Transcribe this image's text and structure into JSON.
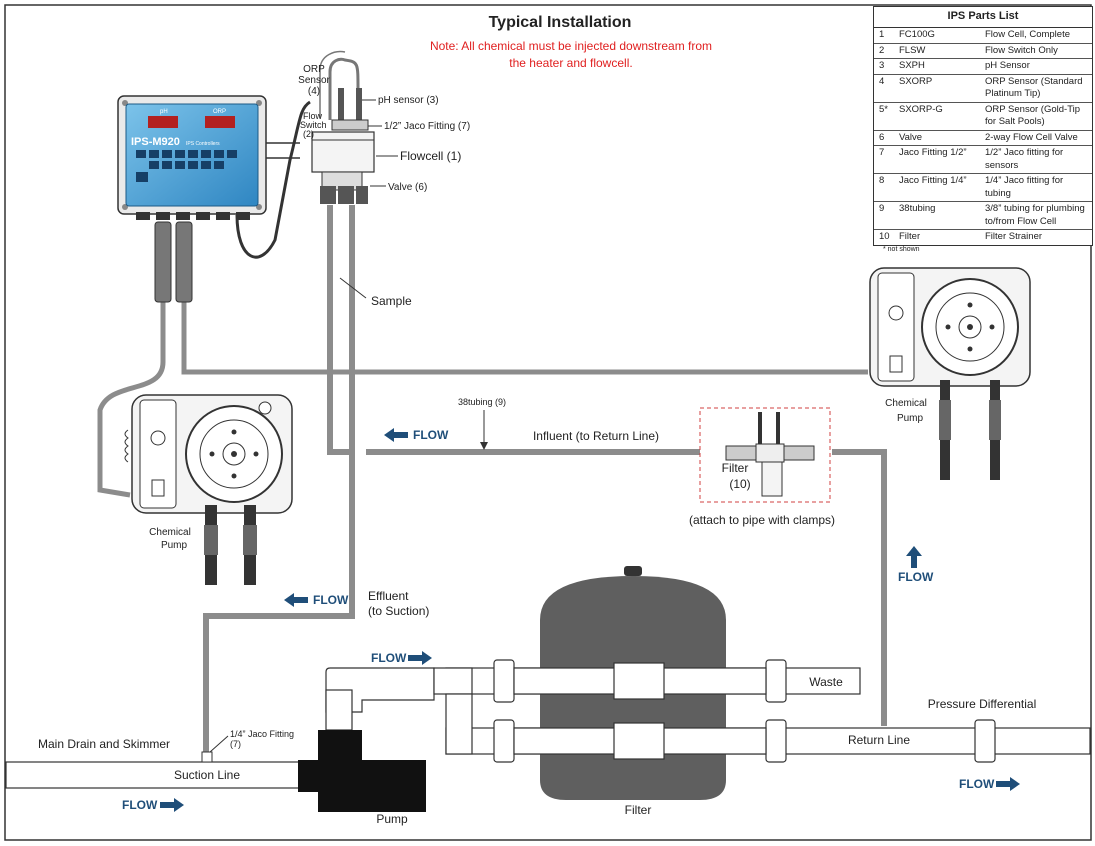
{
  "title": "Typical Installation",
  "note": [
    "Note: All chemical must be injected downstream from",
    "the heater and flowcell."
  ],
  "controller": {
    "model": "IPS-M920",
    "brand": "IPS Controllers",
    "ph_label": "pH",
    "orp_label": "ORP"
  },
  "labels": {
    "orp_sensor": [
      "ORP",
      "Sensor",
      "(4)"
    ],
    "ph_sensor": "pH sensor (3)",
    "flow_switch": [
      "Flow",
      "Switch",
      "(2)"
    ],
    "jaco_half": "1/2” Jaco Fitting (7)",
    "flowcell": "Flowcell (1)",
    "valve": "Valve (6)",
    "sample": "Sample",
    "tubing": "38tubing (9)",
    "influent": "Influent (to Return Line)",
    "filter_strainer": [
      "Filter",
      "(10)"
    ],
    "attach": "(attach to pipe with clamps)",
    "chem_pump_left": [
      "Chemical",
      "Pump"
    ],
    "chem_pump_right": [
      "Chemical",
      "Pump"
    ],
    "effluent": [
      "Effluent",
      "(to Suction)"
    ],
    "main_drain": "Main Drain and Skimmer",
    "jaco_quarter": [
      "1/4” Jaco Fitting",
      "(7)"
    ],
    "suction_line": "Suction Line",
    "pump": "Pump",
    "filter": "Filter",
    "waste": "Waste",
    "return_line": "Return Line",
    "pressure_diff": "Pressure Differential",
    "flow": "FLOW"
  },
  "parts_list": {
    "title": "IPS Parts List",
    "rows": [
      {
        "num": "1",
        "part": "FC100G",
        "desc": "Flow Cell, Complete"
      },
      {
        "num": "2",
        "part": "FLSW",
        "desc": "Flow Switch Only"
      },
      {
        "num": "3",
        "part": "SXPH",
        "desc": "pH Sensor"
      },
      {
        "num": "4",
        "part": "SXORP",
        "desc": "ORP Sensor (Standard Platinum Tip)"
      },
      {
        "num": "5*",
        "part": "SXORP-G",
        "desc": "ORP Sensor (Gold-Tip for Salt Pools)"
      },
      {
        "num": "6",
        "part": "Valve",
        "desc": "2-way Flow Cell Valve"
      },
      {
        "num": "7",
        "part": "Jaco Fitting 1/2”",
        "desc": "1/2” Jaco fitting for sensors"
      },
      {
        "num": "8",
        "part": "Jaco Fitting 1/4”",
        "desc": "1/4” Jaco fitting for tubing"
      },
      {
        "num": "9",
        "part": "38tubing",
        "desc": "3/8” tubing for plumbing to/from Flow Cell"
      },
      {
        "num": "10",
        "part": "Filter",
        "desc": "Filter Strainer"
      }
    ],
    "footnote": "* not shown"
  },
  "colors": {
    "flow_blue": "#1f4e79",
    "note_red": "#e02020",
    "pipe_gray": "#8c8c8c",
    "tank_gray": "#5f5f5f",
    "panel_blue": "#4a9fd4"
  }
}
